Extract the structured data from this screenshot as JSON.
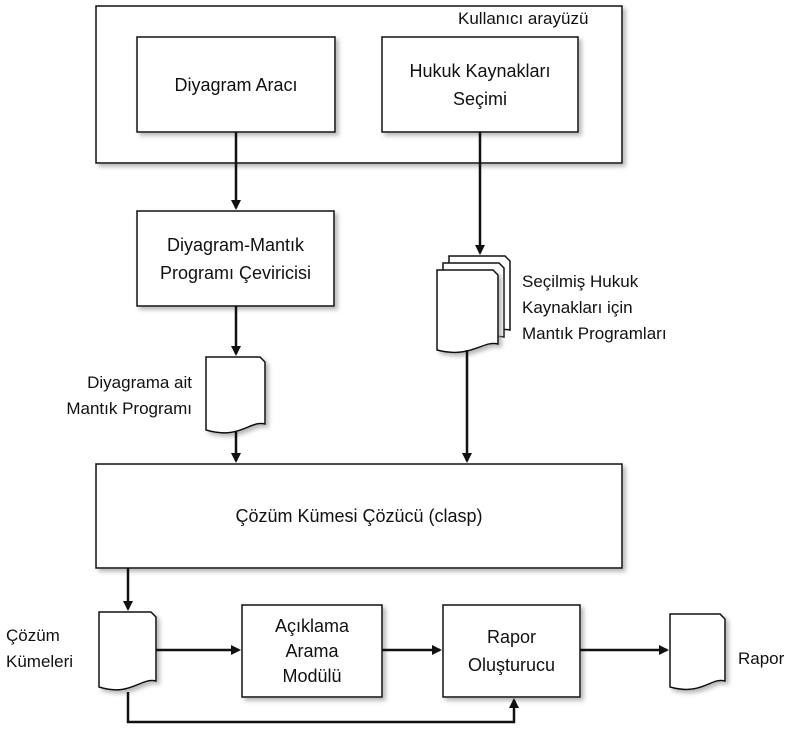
{
  "ui_container": {
    "label": "Kullanıcı arayüzü"
  },
  "nodes": {
    "diagram_tool": {
      "label": "Diyagram Aracı"
    },
    "law_source_selection": {
      "line1": "Hukuk Kaynakları",
      "line2": "Seçimi"
    },
    "converter": {
      "line1": "Diyagram-Mantık",
      "line2": "Programı Çeviricisi"
    },
    "diagram_logic_program": {
      "line1": "Diyagrama ait",
      "line2": "Mantık Programı"
    },
    "selected_logic_programs": {
      "line1": "Seçilmiş Hukuk",
      "line2": "Kaynakları için",
      "line3": "Mantık Programları"
    },
    "solver": {
      "label": "Çözüm Kümesi Çözücü (clasp)"
    },
    "answer_sets": {
      "line1": "Çözüm",
      "line2": "Kümeleri"
    },
    "explanation_search": {
      "line1": "Açıklama",
      "line2": "Arama",
      "line3": "Modülü"
    },
    "report_generator": {
      "line1": "Rapor",
      "line2": "Oluşturucu"
    },
    "report": {
      "label": "Rapor"
    }
  },
  "colors": {
    "stroke": "#111111",
    "fill": "#ffffff",
    "shadow": "#9a9a9a"
  }
}
